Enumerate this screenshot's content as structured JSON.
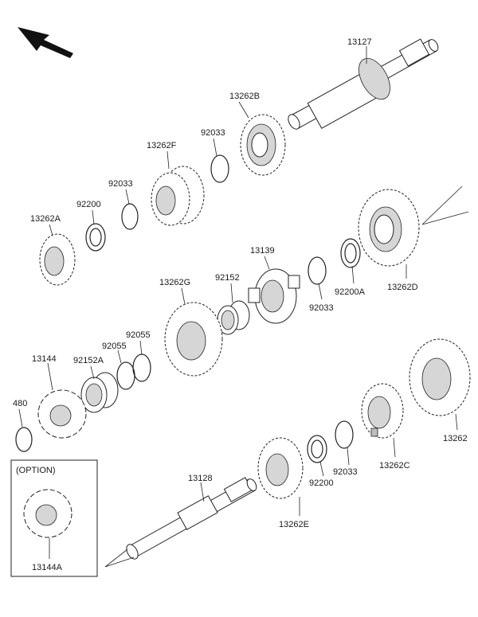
{
  "option_label": "(OPTION)",
  "parts": {
    "p13127": "13127",
    "p13262B": "13262B",
    "p92033a": "92033",
    "p13262F": "13262F",
    "p92033b": "92033",
    "p92200a": "92200",
    "p13262A": "13262A",
    "p13139": "13139",
    "p92152": "92152",
    "p13262G": "13262G",
    "p92033c": "92033",
    "p92200A": "92200A",
    "p13262D": "13262D",
    "p92055a": "92055",
    "p92055b": "92055",
    "p13144": "13144",
    "p92152A": "92152A",
    "p480": "480",
    "p13262": "13262",
    "p13262C": "13262C",
    "p92033d": "92033",
    "p92200b": "92200",
    "p13128": "13128",
    "p13262E": "13262E",
    "p13144A": "13144A"
  }
}
